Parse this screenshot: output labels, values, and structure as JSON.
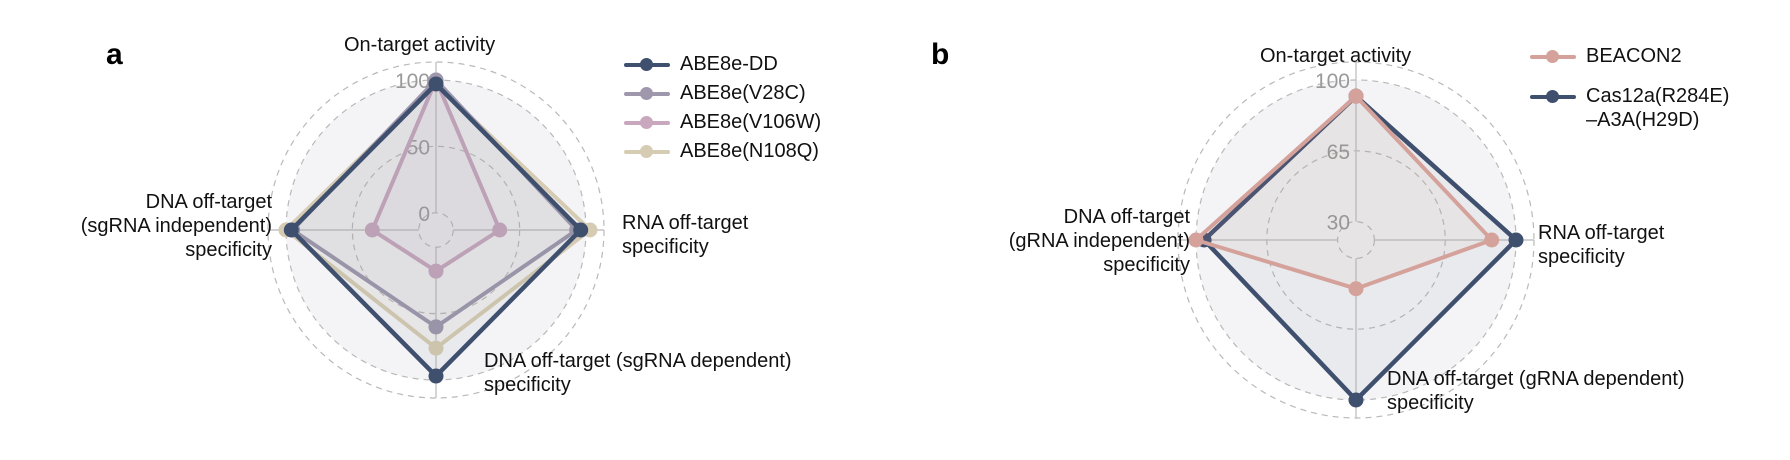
{
  "chart_data": [
    {
      "type": "radar",
      "panel_label": "a",
      "axes": [
        {
          "label": [
            "On-target activity"
          ]
        },
        {
          "label": [
            "RNA off-target",
            "specificity"
          ]
        },
        {
          "label": [
            "DNA off-target (sgRNA dependent)",
            "specificity"
          ]
        },
        {
          "label": [
            "DNA off-target",
            "(sgRNA independent)",
            "specificity"
          ]
        }
      ],
      "ticks": [
        "0",
        "50",
        "100"
      ],
      "tick_values": [
        0,
        50,
        100
      ],
      "series": [
        {
          "name": "ABE8e-DD",
          "color": "#3f4f6e",
          "values": [
            97,
            96,
            97,
            96
          ]
        },
        {
          "name": "ABE8e(V28C)",
          "color": "#9f98ad",
          "values": [
            100,
            93,
            60,
            95
          ]
        },
        {
          "name": "ABE8e(V106W)",
          "color": "#c9a8bd",
          "values": [
            100,
            35,
            18,
            35
          ]
        },
        {
          "name": "ABE8e(N108Q)",
          "color": "#d6cbb3",
          "values": [
            97,
            103,
            76,
            100
          ]
        }
      ],
      "legend_position": "top-right"
    },
    {
      "type": "radar",
      "panel_label": "b",
      "axes": [
        {
          "label": [
            "On-target activity"
          ]
        },
        {
          "label": [
            "RNA off-target",
            "specificity"
          ]
        },
        {
          "label": [
            "DNA off-target (gRNA dependent)",
            "specificity"
          ]
        },
        {
          "label": [
            "DNA off-target",
            "(gRNA independent)",
            "specificity"
          ]
        }
      ],
      "ticks": [
        "30",
        "65",
        "100"
      ],
      "tick_values": [
        30,
        65,
        100
      ],
      "series": [
        {
          "name": "BEACON2",
          "color": "#d4a29b",
          "values": [
            92,
            88,
            45,
            100
          ]
        },
        {
          "name": "Cas12a(R284E)\n–A3A(H29D)",
          "legend_lines": [
            "Cas12a(R284E)",
            "–A3A(H29D)"
          ],
          "color": "#3f4f6e",
          "values": [
            92,
            100,
            100,
            96
          ]
        }
      ],
      "legend_position": "top-right"
    }
  ]
}
